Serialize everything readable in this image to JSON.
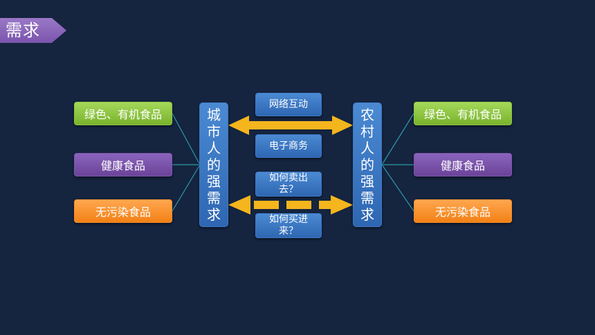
{
  "title": "需求",
  "left_column": {
    "items": [
      "绿色、有机食品",
      "健康食品",
      "无污染食品"
    ]
  },
  "right_column": {
    "items": [
      "绿色、有机食品",
      "健康食品",
      "无污染食品"
    ]
  },
  "left_group": "城市人的强需求",
  "right_group": "农村人的强需求",
  "middle": {
    "top": [
      "网络互动",
      "电子商务"
    ],
    "bottom": [
      "如何卖出去？",
      "如何买进来？"
    ]
  },
  "colors": {
    "background": "#15243f",
    "green": "#8dc540",
    "purple": "#7d57ad",
    "orange": "#f58d28",
    "blue": "#3e78c4",
    "arrow": "#f5b51d",
    "connector": "#2b9aa8"
  }
}
